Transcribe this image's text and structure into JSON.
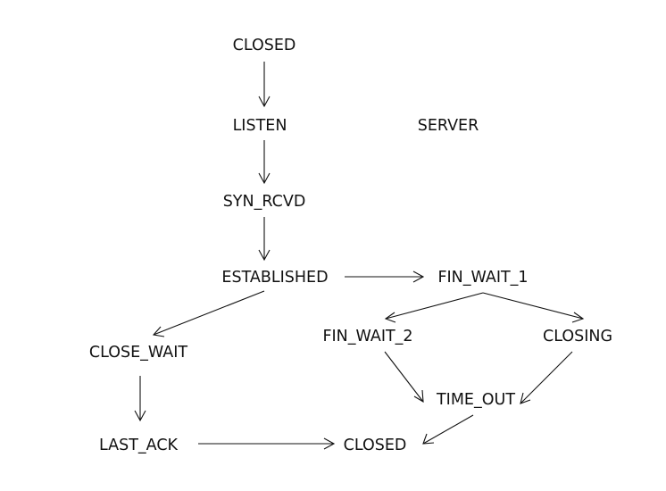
{
  "diagram": {
    "type": "state-transition",
    "title": "SERVER",
    "colors": {
      "ink": "#111111",
      "background": "#ffffff"
    },
    "nodes": [
      {
        "id": "closed_top",
        "label": "CLOSED"
      },
      {
        "id": "listen",
        "label": "LISTEN"
      },
      {
        "id": "syn_rcvd",
        "label": "SYN_RCVD"
      },
      {
        "id": "established",
        "label": "ESTABLISHED"
      },
      {
        "id": "fin_wait_1",
        "label": "FIN_WAIT_1"
      },
      {
        "id": "close_wait",
        "label": "CLOSE_WAIT"
      },
      {
        "id": "fin_wait_2",
        "label": "FIN_WAIT_2"
      },
      {
        "id": "closing",
        "label": "CLOSING"
      },
      {
        "id": "time_out",
        "label": "TIME_OUT"
      },
      {
        "id": "last_ack",
        "label": "LAST_ACK"
      },
      {
        "id": "closed_bottom",
        "label": "CLOSED"
      }
    ],
    "edges": [
      {
        "from": "closed_top",
        "to": "listen"
      },
      {
        "from": "listen",
        "to": "syn_rcvd"
      },
      {
        "from": "syn_rcvd",
        "to": "established"
      },
      {
        "from": "established",
        "to": "fin_wait_1"
      },
      {
        "from": "established",
        "to": "close_wait"
      },
      {
        "from": "fin_wait_1",
        "to": "fin_wait_2"
      },
      {
        "from": "fin_wait_1",
        "to": "closing"
      },
      {
        "from": "close_wait",
        "to": "last_ack"
      },
      {
        "from": "fin_wait_2",
        "to": "time_out"
      },
      {
        "from": "closing",
        "to": "time_out"
      },
      {
        "from": "last_ack",
        "to": "closed_bottom"
      },
      {
        "from": "time_out",
        "to": "closed_bottom"
      }
    ]
  }
}
